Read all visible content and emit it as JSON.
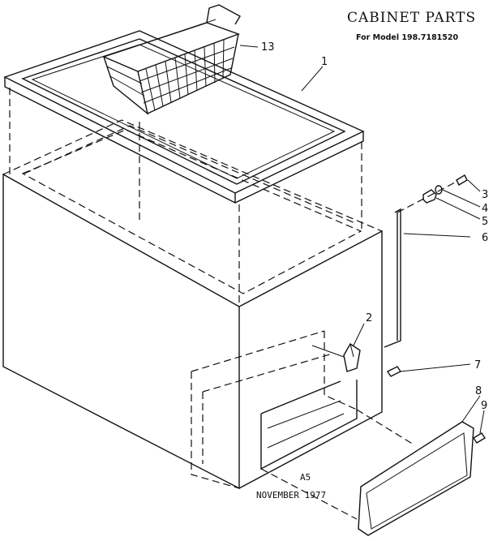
{
  "header": {
    "title": "CABINET PARTS",
    "model_line": "For Model 198.7181520"
  },
  "callouts": [
    "1",
    "2",
    "3",
    "4",
    "5",
    "6",
    "7",
    "8",
    "9",
    "13"
  ],
  "footer": {
    "code": "A5",
    "date": "NOVEMBER 1977"
  }
}
